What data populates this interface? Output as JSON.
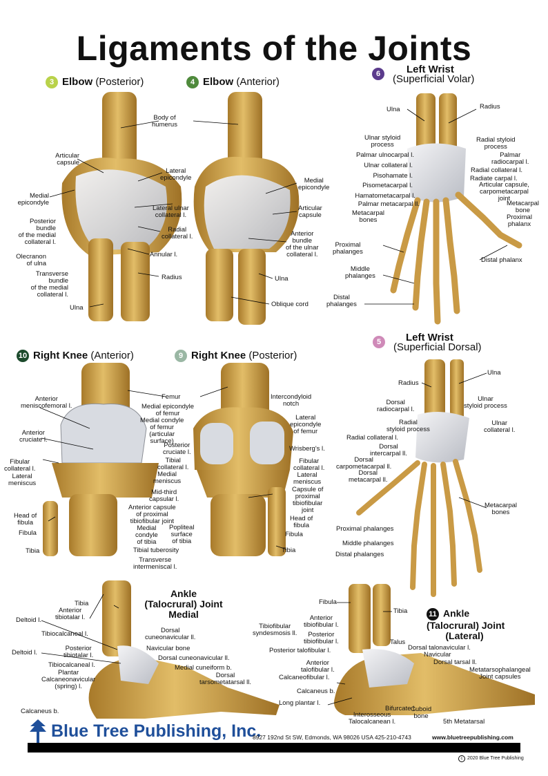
{
  "title": "Ligaments of the Joints",
  "colors": {
    "bone": "#d7ad55",
    "bone_dark": "#9a6f22",
    "ligament": "#e6e6ea",
    "cartilage": "#cfd2d8",
    "brand": "#1f4f9a"
  },
  "panels": {
    "elbow_posterior": {
      "number": "3",
      "name": "Elbow",
      "view": "(Posterior)",
      "badge_color": "#b9d24a"
    },
    "elbow_anterior": {
      "number": "4",
      "name": "Elbow",
      "view": "(Anterior)",
      "badge_color": "#4f8a3c"
    },
    "wrist_volar": {
      "number": "6",
      "name": "Left Wrist",
      "view": "(Superficial Volar)",
      "badge_color": "#5b3b8c"
    },
    "knee_anterior": {
      "number": "10",
      "name": "Right Knee",
      "view": "(Anterior)",
      "badge_color": "#1c4a2c"
    },
    "knee_posterior": {
      "number": "9",
      "name": "Right Knee",
      "view": "(Posterior)",
      "badge_color": "#9ab7a4"
    },
    "wrist_dorsal": {
      "number": "5",
      "name": "Left Wrist",
      "view": "(Superficial Dorsal)",
      "badge_color": "#cf8ab8"
    },
    "ankle_medial": {
      "line1": "Ankle",
      "line2": "(Talocrural) Joint",
      "line3": "Medial"
    },
    "ankle_lateral": {
      "number": "11",
      "line1": "Ankle",
      "line2": "(Talocrural) Joint",
      "line3": "(Lateral)",
      "badge_color": "#111111"
    }
  },
  "labels": {
    "ep_articular_capsule": "Articular\ncapsule",
    "ep_medial_epicondyle": "Medial\nepicondyle",
    "ep_posterior_bundle": "Posterior\nbundle\nof the medial\ncollateral l.",
    "ep_olecranon": "Olecranon\nof ulna",
    "ep_transverse_bundle": "Transverse\nbundle\nof the medial\ncollateral l.",
    "ep_ulna": "Ulna",
    "ep_body_humerus": "Body of\nhumerus",
    "ep_lateral_epicondyle": "Lateral\nepicondyle",
    "ep_lateral_ulnar": "Lateral ulnar\ncollateral l.",
    "ep_radial_collateral": "Radial\ncollateral l.",
    "ep_annular": "Annular l.",
    "ep_radius": "Radius",
    "ea_medial_epicondyle": "Medial\nepicondyle",
    "ea_articular_capsule": "Articular\ncapsule",
    "ea_anterior_bundle": "Anterior\nbundle\nof the ulnar\ncollateral l.",
    "ea_ulna": "Ulna",
    "ea_oblique_cord": "Oblique cord",
    "wv_ulna": "Ulna",
    "wv_radius": "Radius",
    "wv_ulnar_styloid": "Ulnar styloid\nprocess",
    "wv_palmar_ulnocarpal": "Palmar ulnocarpal l.",
    "wv_ulnar_collateral": "Ulnar collateral l.",
    "wv_pisohamate": "Pisohamate l.",
    "wv_pisometacarpal": "Pisometacarpal l.",
    "wv_hamatometacarpal": "Hamatometacarpal l.",
    "wv_palmar_metacarpal": "Palmar metacarpal ll.",
    "wv_metacarpal_bones": "Metacarpal\nbones",
    "wv_proximal_phalanges": "Proximal\nphalanges",
    "wv_middle_phalanges": "Middle\nphalanges",
    "wv_distal_phalanges": "Distal\nphalanges",
    "wv_radial_styloid": "Radial styloid\nprocess",
    "wv_palmar_radiocarpal": "Palmar\nradiocarpal l.",
    "wv_radial_collateral": "Radial collateral l.",
    "wv_radiate_carpal": "Radiate carpal l.",
    "wv_capsule_cmc": "Articular capsule,\ncarpometacarpal\njoint",
    "wv_metacarpal_bone": "Metacarpal\nbone",
    "wv_proximal_phalanx": "Proximal\nphalanx",
    "wv_distal_phalanx": "Distal phalanx",
    "ka_anterior_meniscofemoral": "Anterior\nmeniscofemoral l.",
    "ka_anterior_cruciate": "Anterior\ncruciate l.",
    "ka_fibular_collateral": "Fibular\ncollateral l.",
    "ka_lateral_meniscus": "Lateral\nmeniscus",
    "ka_head_fibula": "Head of\nfibula",
    "ka_fibula": "Fibula",
    "ka_tibia": "Tibia",
    "ka_femur": "Femur",
    "ka_medial_epicondyle": "Medial epicondyle\nof femur",
    "ka_medial_condyle": "Medial condyle\nof femur\n(articular\nsurface)",
    "ka_posterior_cruciate": "Posterior\ncruciate l.",
    "ka_tibial_collateral": "Tibial\ncollateral l.",
    "ka_medial_meniscus": "Medial\nmeniscus",
    "ka_mid_third": "Mid-third\ncapsular l.",
    "ka_anterior_capsule": "Anterior capsule\nof proximal\ntibiofibular joint",
    "ka_medial_condyle_tibia": "Medial\ncondyle\nof tibia",
    "ka_tibial_tuberosity": "Tibial tuberosity",
    "ka_transverse_intermeniscal": "Transverse\nintermeniscal l.",
    "kp_intercondyloid": "Intercondyloid\nnotch",
    "kp_lateral_epicondyle": "Lateral\nepicondyle\nof femur",
    "kp_wrisberg": "Wrisberg's l.",
    "kp_fibular_collateral": "Fibular\ncollateral l.",
    "kp_lateral_meniscus": "Lateral\nmeniscus",
    "kp_capsule_proximal": "Capsule of\nproximal\ntibiofibular\njoint",
    "kp_head_fibula": "Head of\nfibula",
    "kp_fibula": "Fibula",
    "kp_popliteal_surface": "Popliteal\nsurface\nof tibia",
    "kp_tibia": "Tibia",
    "wd_radius": "Radius",
    "wd_dorsal_radiocarpal": "Dorsal\nradiocarpal l.",
    "wd_radial_styloid": "Radial\nstyloid process",
    "wd_radial_collateral": "Radial collateral l.",
    "wd_dorsal_intercarpal": "Dorsal\nintercarpal ll.",
    "wd_dorsal_cmc": "Dorsal\ncarpometacarpal ll.",
    "wd_dorsal_metacarpal": "Dorsal\nmetacarpal ll.",
    "wd_ulna": "Ulna",
    "wd_ulnar_styloid": "Ulnar\nstyloid process",
    "wd_ulnar_collateral": "Ulnar\ncollateral l.",
    "wd_metacarpal_bones": "Metacarpal\nbones",
    "wd_proximal_phalanges": "Proximal phalanges",
    "wd_middle_phalanges": "Middle phalanges",
    "wd_distal_phalanges": "Distal phalanges",
    "am_tibia": "Tibia",
    "am_anterior_tibiotalar": "Anterior\ntibiotalar l.",
    "am_deltoid1": "Deltoid l.",
    "am_tibiocalcaneal1": "Tibiocalcaneal l.",
    "am_deltoid2": "Deltoid l.",
    "am_posterior_tibiotalar": "Posterior\ntibiotalar l.",
    "am_tibiocalcaneal2": "Tibiocalcaneal l.",
    "am_plantar": "Plantar\nCalcaneonavicular\n(spring) l.",
    "am_calcaneus": "Calcaneus b.",
    "am_dorsal_cuneonavicular1": "Dorsal\ncuneonavicular ll.",
    "am_navicular": "Navicular bone",
    "am_dorsal_cuneonavicular2": "Dorsal cuneonavicular ll.",
    "am_medial_cuneiform": "Medial cuneiform b.",
    "am_dorsal_tmt": "Dorsal\ntarsometatarsal ll.",
    "al_fibula": "Fibula",
    "al_tibia": "Tibia",
    "al_anterior_tibiofibular": "Anterior\ntibiofibular l.",
    "al_tibiofibular_syndesmosis": "Tibiofibular\nsyndesmosis ll.",
    "al_posterior_tibiofibular": "Posterior\ntibiofibular l.",
    "al_posterior_talofibular": "Posterior talofibular l.",
    "al_anterior_talofibular": "Anterior\ntalofibular l.",
    "al_calcaneofibular": "Calcaneofibular l.",
    "al_calcaneus": "Calcaneus b.",
    "al_long_plantar": "Long plantar l.",
    "al_talus": "Talus",
    "al_dorsal_talonavicular": "Dorsal talonavicular l.",
    "al_navicular": "Navicular",
    "al_dorsal_tarsal": "Dorsal tarsal ll.",
    "al_mtp_capsules": "Metatarsophalangeal\nJoint capsules",
    "al_bifurcate": "Bifurcate l.",
    "al_interosseous": "Interosseous\nTalocalcanean l.",
    "al_cuboid": "Cuboid\nbone",
    "al_fifth_metatarsal": "5th Metatarsal"
  },
  "footer": {
    "brand": "Blue Tree Publishing, Inc.",
    "address": "8927 192nd St SW, Edmonds, WA 98026 USA 425-210-4743",
    "website": "www.bluetreepublishing.com",
    "copyright": "2020 Blue Tree Publishing",
    "logo_icon": "tree-icon"
  }
}
